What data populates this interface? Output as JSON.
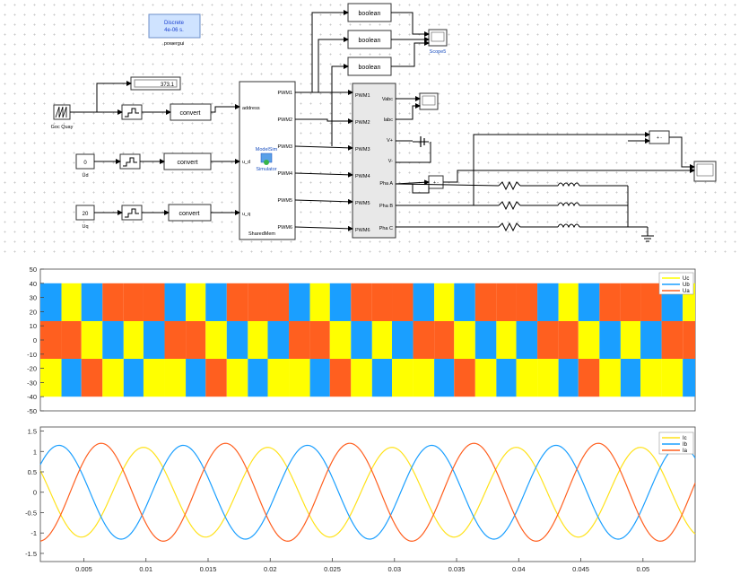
{
  "model": {
    "powergui": {
      "line1": "Discrete",
      "line2": "4e-06 s.",
      "caption": "powergui"
    },
    "display_value": "373.1",
    "source_angle_label": "Goc Quay",
    "const_ud": {
      "value": "0",
      "label": "Ud"
    },
    "const_uq": {
      "value": "20",
      "label": "Uq"
    },
    "convert_label": "convert",
    "boolean_label": "boolean",
    "scope_label": "Scope5",
    "sfunc": {
      "inputs": [
        "address",
        "u_d",
        "u_q"
      ],
      "outputs": [
        "PWM1",
        "PWM2",
        "PWM3",
        "PWM4",
        "PWM5",
        "PWM6"
      ],
      "logo_top": "ModelSim",
      "logo_bottom": "Simulator",
      "name": "SharedMem"
    },
    "inverter": {
      "inputs": [
        "PWM1",
        "PWM2",
        "PWM3",
        "PWM4",
        "PWM5",
        "PWM6"
      ],
      "outputs": [
        "Vabc",
        "Iabc",
        "V+",
        "V-",
        "Pha A",
        "Pha B",
        "Pha C"
      ]
    },
    "sum_sign": "+ -"
  },
  "chart_data": [
    {
      "type": "area",
      "title": "",
      "xlabel": "",
      "ylabel": "",
      "xlim": [
        0.0015,
        0.0542
      ],
      "ylim": [
        -50,
        50
      ],
      "yticks": [
        "50",
        "40",
        "30",
        "20",
        "10",
        "0",
        "-10",
        "-20",
        "-30",
        "-40",
        "-50"
      ],
      "grid": false,
      "legend_position": "top-right",
      "series": [
        {
          "name": "Uc",
          "color": "#ffff00"
        },
        {
          "name": "Ub",
          "color": "#1a9fff"
        },
        {
          "name": "Ua",
          "color": "#ff5f1f"
        }
      ],
      "period": 0.01,
      "phase_offset": 0.0015,
      "sectors": [
        {
          "t0": 0.0,
          "t1": 0.0017,
          "ranks": [
            "Ub",
            "Ua",
            "Uc"
          ]
        },
        {
          "t0": 0.0017,
          "t1": 0.0033,
          "ranks": [
            "Uc",
            "Ua",
            "Ub"
          ]
        },
        {
          "t0": 0.0033,
          "t1": 0.005,
          "ranks": [
            "Ub",
            "Uc",
            "Ua"
          ]
        },
        {
          "t0": 0.005,
          "t1": 0.0067,
          "ranks": [
            "Ua",
            "Ub",
            "Uc"
          ]
        },
        {
          "t0": 0.0067,
          "t1": 0.0083,
          "ranks": [
            "Ua",
            "Uc",
            "Ub"
          ]
        },
        {
          "t0": 0.0083,
          "t1": 0.01,
          "ranks": [
            "Ua",
            "Ub",
            "Uc"
          ]
        }
      ],
      "levels": [
        40,
        13.3,
        -13.3,
        -40
      ]
    },
    {
      "type": "line",
      "title": "",
      "xlabel": "",
      "ylabel": "",
      "xlim": [
        0.0015,
        0.0542
      ],
      "ylim": [
        -1.7,
        1.6
      ],
      "xticks": [
        "0.005",
        "0.01",
        "0.015",
        "0.02",
        "0.025",
        "0.03",
        "0.035",
        "0.04",
        "0.045",
        "0.05"
      ],
      "yticks": [
        "1.5",
        "1",
        "0.5",
        "0",
        "-0.5",
        "-1",
        "-1.5"
      ],
      "grid": false,
      "legend_position": "top-right",
      "series": [
        {
          "name": "Ic",
          "color": "#ffe21a",
          "amplitude": 1.1,
          "period": 0.01,
          "peak_at": 0.0098
        },
        {
          "name": "Ib",
          "color": "#1a9fff",
          "amplitude": 1.15,
          "period": 0.01,
          "peak_at": 0.003
        },
        {
          "name": "Ia",
          "color": "#ff5f1f",
          "amplitude": 1.2,
          "period": 0.01,
          "peak_at": 0.0064
        }
      ]
    }
  ]
}
